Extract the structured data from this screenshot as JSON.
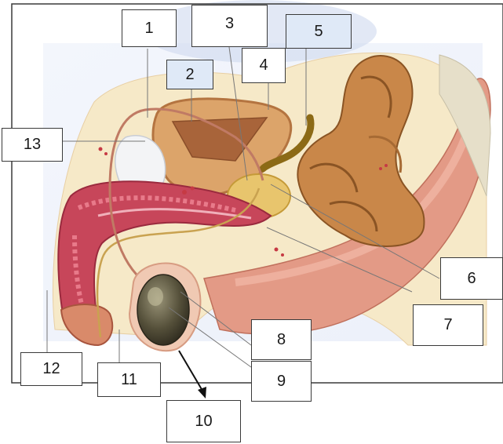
{
  "diagram": {
    "labels": [
      {
        "id": "1",
        "text": "1"
      },
      {
        "id": "2",
        "text": "2"
      },
      {
        "id": "3",
        "text": "3"
      },
      {
        "id": "4",
        "text": "4"
      },
      {
        "id": "5",
        "text": "5"
      },
      {
        "id": "6",
        "text": "6"
      },
      {
        "id": "7",
        "text": "7"
      },
      {
        "id": "8",
        "text": "8"
      },
      {
        "id": "9",
        "text": "9"
      },
      {
        "id": "10",
        "text": "10"
      },
      {
        "id": "11",
        "text": "11"
      },
      {
        "id": "12",
        "text": "12"
      },
      {
        "id": "13",
        "text": "13"
      }
    ]
  }
}
